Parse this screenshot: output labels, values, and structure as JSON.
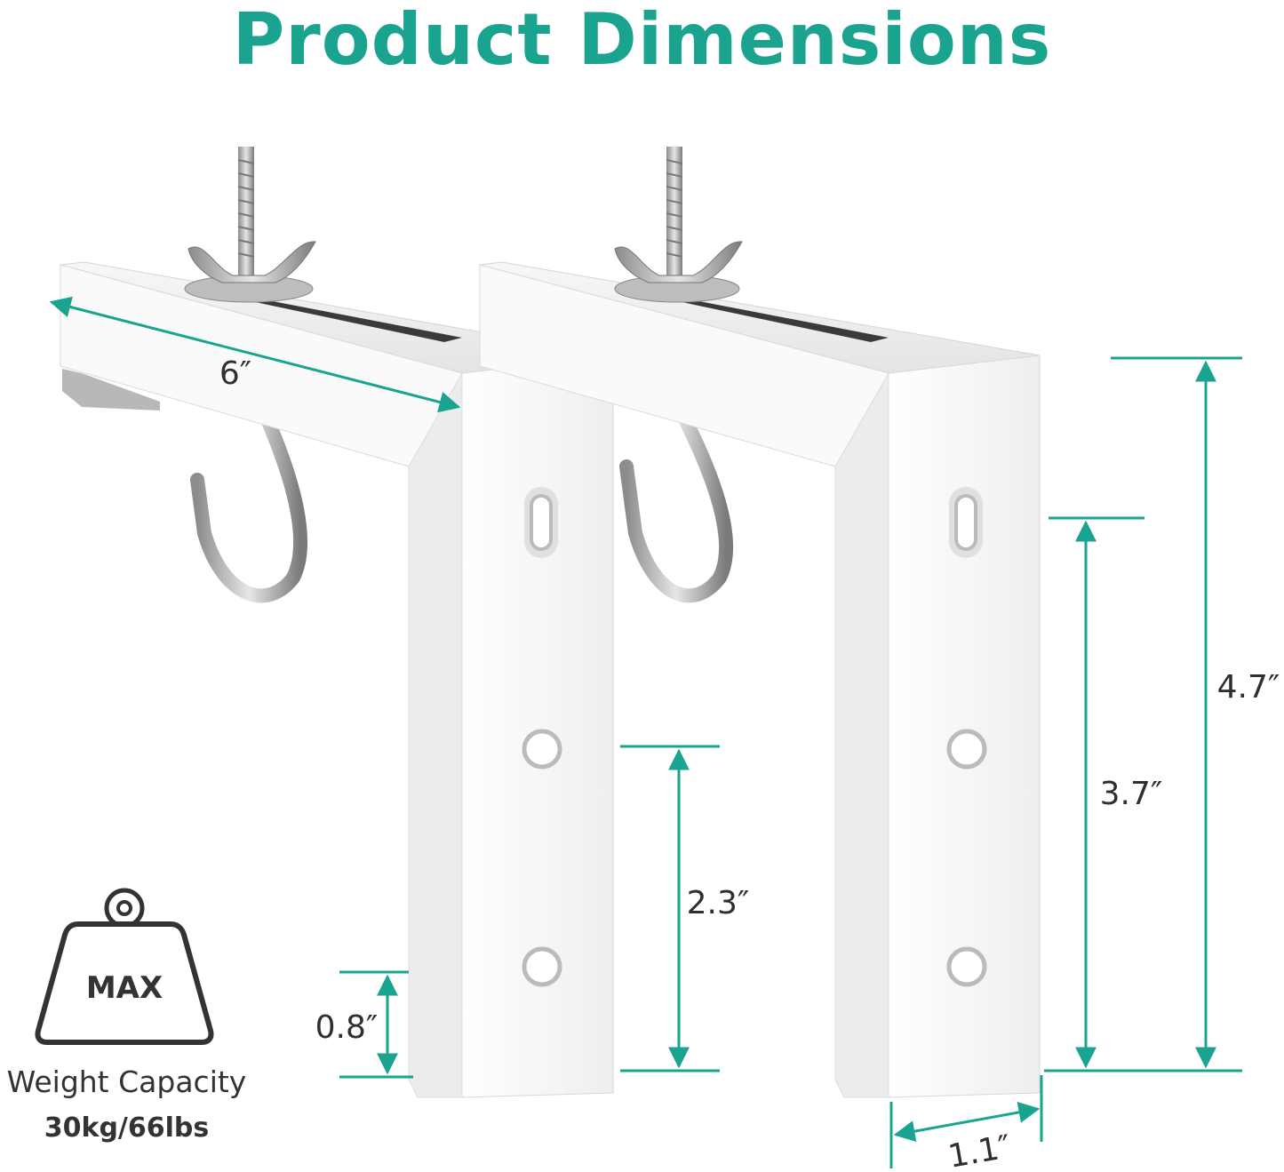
{
  "title": "Product Dimensions",
  "accent_color": "#1aa38f",
  "dimensions": {
    "length_top": "6″",
    "height_total": "4.7″",
    "height_hole_top": "3.7″",
    "height_hole_mid": "2.3″",
    "height_hole_bottom": "0.8″",
    "width": "1.1″"
  },
  "weight": {
    "badge": "MAX",
    "caption": "Weight Capacity",
    "value": "30kg/66lbs",
    "icon": "weight-icon"
  },
  "product_icons": [
    "bracket-image",
    "hook-image",
    "bolt-image",
    "wing-nut-image"
  ]
}
